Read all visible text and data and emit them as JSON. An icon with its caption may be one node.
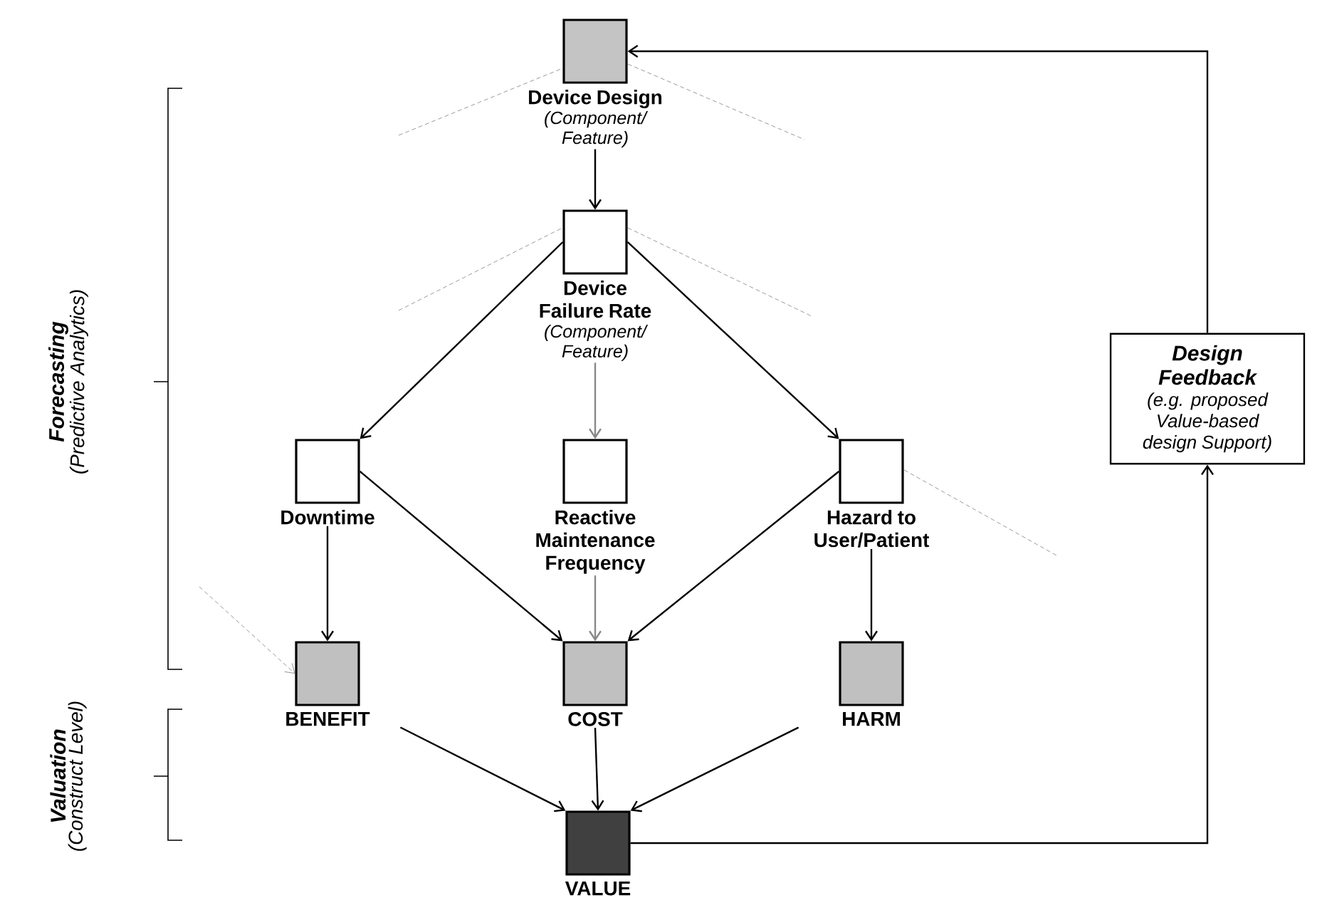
{
  "diagram": {
    "nodes": [
      {
        "text": [
          "Device Design",
          "(Component/ Feature)"
        ]
      },
      {
        "text": [
          "Device Failure Rate",
          "(Component/ Feature)"
        ]
      },
      {
        "text": [
          "Downtime"
        ]
      },
      {
        "text": [
          "Reactive Maintenance Frequency"
        ]
      },
      {
        "text": [
          "Hazard to User/Patient"
        ]
      },
      {
        "text": [
          "BENEFIT"
        ]
      },
      {
        "text": [
          "COST"
        ]
      },
      {
        "text": [
          "HARM"
        ]
      },
      {
        "text": [
          "VALUE"
        ]
      },
      {
        "text": [
          "Design Feedback",
          "(e.g. proposed Value-based design Support)"
        ]
      }
    ],
    "edges": [
      {
        "from": 0,
        "to": 1,
        "arrow": "to"
      },
      {
        "from": 1,
        "to": 2,
        "arrow": "to"
      },
      {
        "from": 1,
        "to": 3,
        "arrow": "to",
        "color": "#888888"
      },
      {
        "from": 1,
        "to": 4,
        "arrow": "to"
      },
      {
        "from": 2,
        "to": 5,
        "arrow": "to"
      },
      {
        "from": 2,
        "to": 6,
        "arrow": "to"
      },
      {
        "from": 3,
        "to": 6,
        "arrow": "to",
        "color": "#888888"
      },
      {
        "from": 4,
        "to": 6,
        "arrow": "to"
      },
      {
        "from": 4,
        "to": 7,
        "arrow": "to"
      },
      {
        "from": 5,
        "to": 8,
        "arrow": "to"
      },
      {
        "from": 6,
        "to": 8,
        "arrow": "to"
      },
      {
        "from": 7,
        "to": 8,
        "arrow": "to"
      },
      {
        "from": 8,
        "to": 9,
        "arrow": "to"
      },
      {
        "from": 9,
        "to": 0,
        "arrow": "to"
      },
      {
        "from": null,
        "to": 5,
        "arrow": "to",
        "style": "dashed",
        "color": "#808080"
      }
    ],
    "labels": [
      "Forecasting",
      "(Predictive Analytics)",
      "Valuation",
      "(Construct Level)"
    ]
  }
}
